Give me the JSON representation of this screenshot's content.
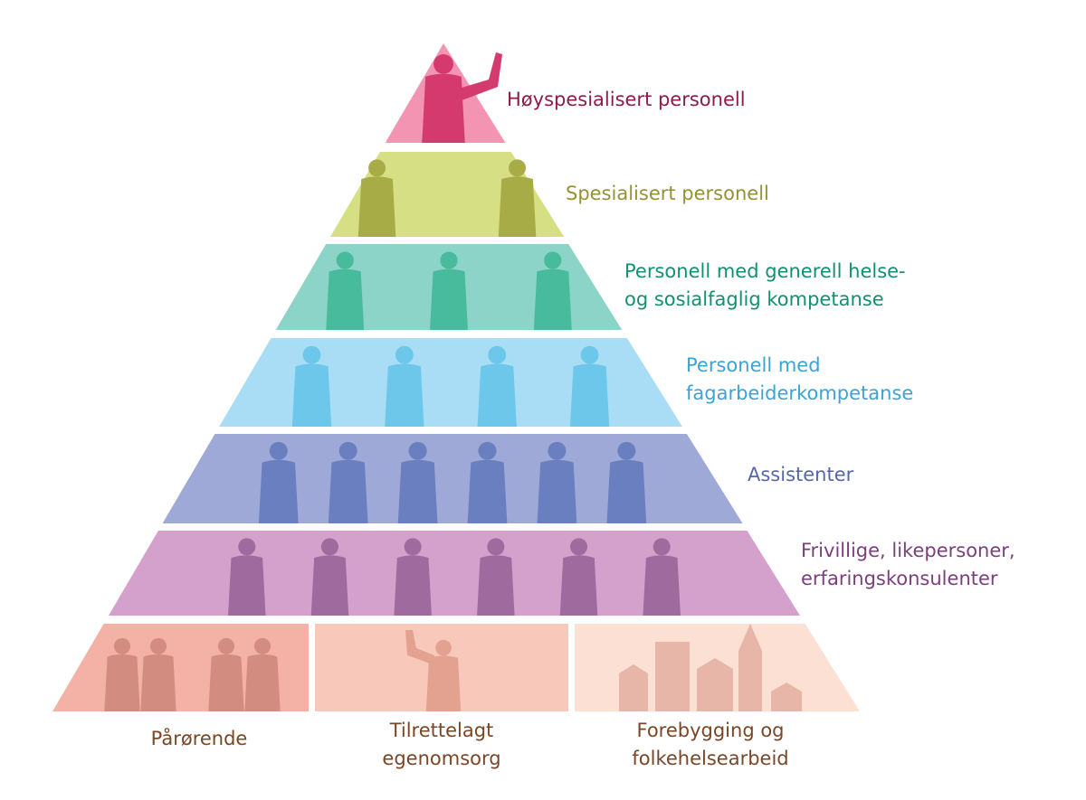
{
  "tiers": [
    {
      "id": "hoyspesialisert",
      "lines": [
        "Høyspesialisert personell"
      ],
      "fill": "#f394b2",
      "figure": "#d43a6e",
      "text": "#8e1b4a"
    },
    {
      "id": "spesialisert",
      "lines": [
        "Spesialisert personell"
      ],
      "fill": "#d6df83",
      "figure": "#a8ac46",
      "text": "#939236"
    },
    {
      "id": "generell",
      "lines": [
        "Personell med generell helse-",
        "og sosialfaglig kompetanse"
      ],
      "fill": "#8cd4c8",
      "figure": "#48bb9c",
      "text": "#109172"
    },
    {
      "id": "fagarbeider",
      "lines": [
        "Personell med",
        "fagarbeiderkompetanse"
      ],
      "fill": "#a8ddf5",
      "figure": "#6cc7ea",
      "text": "#3aa4d6"
    },
    {
      "id": "assistenter",
      "lines": [
        "Assistenter"
      ],
      "fill": "#9ea9d7",
      "figure": "#6a7fc0",
      "text": "#5566ad"
    },
    {
      "id": "frivillige",
      "lines": [
        "Frivillige, likepersoner,",
        "erfaringskonsulenter"
      ],
      "fill": "#d4a1cc",
      "figure": "#9f6a9d",
      "text": "#7b3f7b"
    }
  ],
  "base": [
    {
      "id": "parorende",
      "lines": [
        "Pårørende"
      ],
      "fill": "#f4b2a6",
      "figure": "#d28c80"
    },
    {
      "id": "egenomsorg",
      "lines": [
        "Tilrettelagt",
        "egenomsorg"
      ],
      "fill": "#f8c9bb",
      "figure": "#e3a28f"
    },
    {
      "id": "forebygging",
      "lines": [
        "Forebygging og",
        "folkehelsearbeid"
      ],
      "fill": "#fce0d4",
      "figure": "#e8b6a8"
    }
  ],
  "base_text_color": "#7a4626",
  "icons": [
    "person-figure-icon",
    "city-skyline-icon"
  ]
}
